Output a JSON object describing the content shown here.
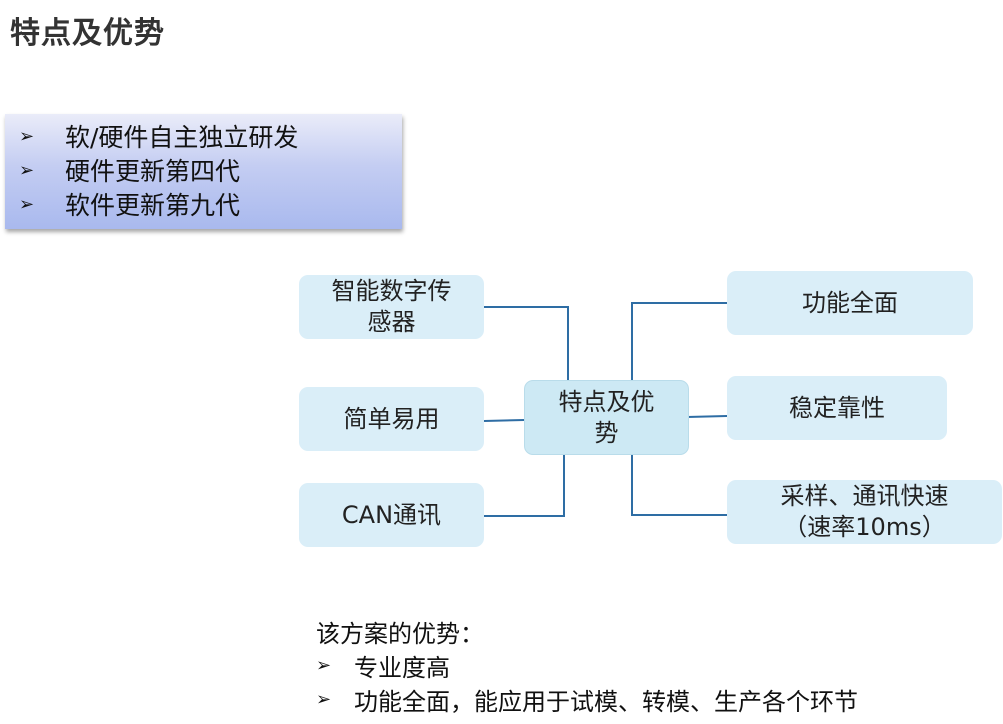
{
  "page_title": "特点及优势",
  "feature_list": {
    "items": [
      {
        "bullet": "➢",
        "text": "软/硬件自主独立研发"
      },
      {
        "bullet": "➢",
        "text": "硬件更新第四代"
      },
      {
        "bullet": "➢",
        "text": "软件更新第九代"
      }
    ]
  },
  "diagram": {
    "center": {
      "line1": "特点及优",
      "line2": "势"
    },
    "left": [
      {
        "line1": "智能数字传",
        "line2": "感器"
      },
      {
        "line1": "简单易用",
        "line2": ""
      },
      {
        "line1": "CAN通讯",
        "line2": ""
      }
    ],
    "right": [
      {
        "line1": "功能全面",
        "line2": ""
      },
      {
        "line1": "稳定靠性",
        "line2": ""
      },
      {
        "line1": "采样、通讯快速",
        "line2": "（速率10ms）"
      }
    ],
    "colors": {
      "node_fill": "#daeef8",
      "connector": "#2e6da4"
    }
  },
  "advantages": {
    "heading": "该方案的优势：",
    "items": [
      {
        "bullet": "➢",
        "text": "专业度高"
      },
      {
        "bullet": "➢",
        "text": "功能全面，能应用于试模、转模、生产各个环节"
      }
    ]
  }
}
